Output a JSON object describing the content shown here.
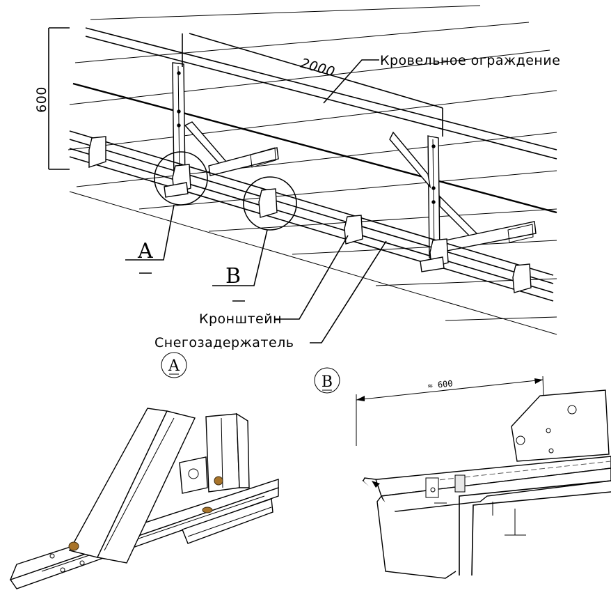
{
  "dimensions": {
    "height": "600",
    "length": "2000",
    "detail_b_length": "≈ 600"
  },
  "callouts": {
    "roof_railing": "Кровельное ограждение",
    "bracket": "Кронштейн",
    "snow_retainer": "Снегозадержатель"
  },
  "details": {
    "a_mark": "A",
    "b_mark": "B",
    "a_header": "A",
    "b_header": "B"
  },
  "colors": {
    "line": "#000000",
    "bolt": "#a8742a",
    "background": "#ffffff"
  }
}
